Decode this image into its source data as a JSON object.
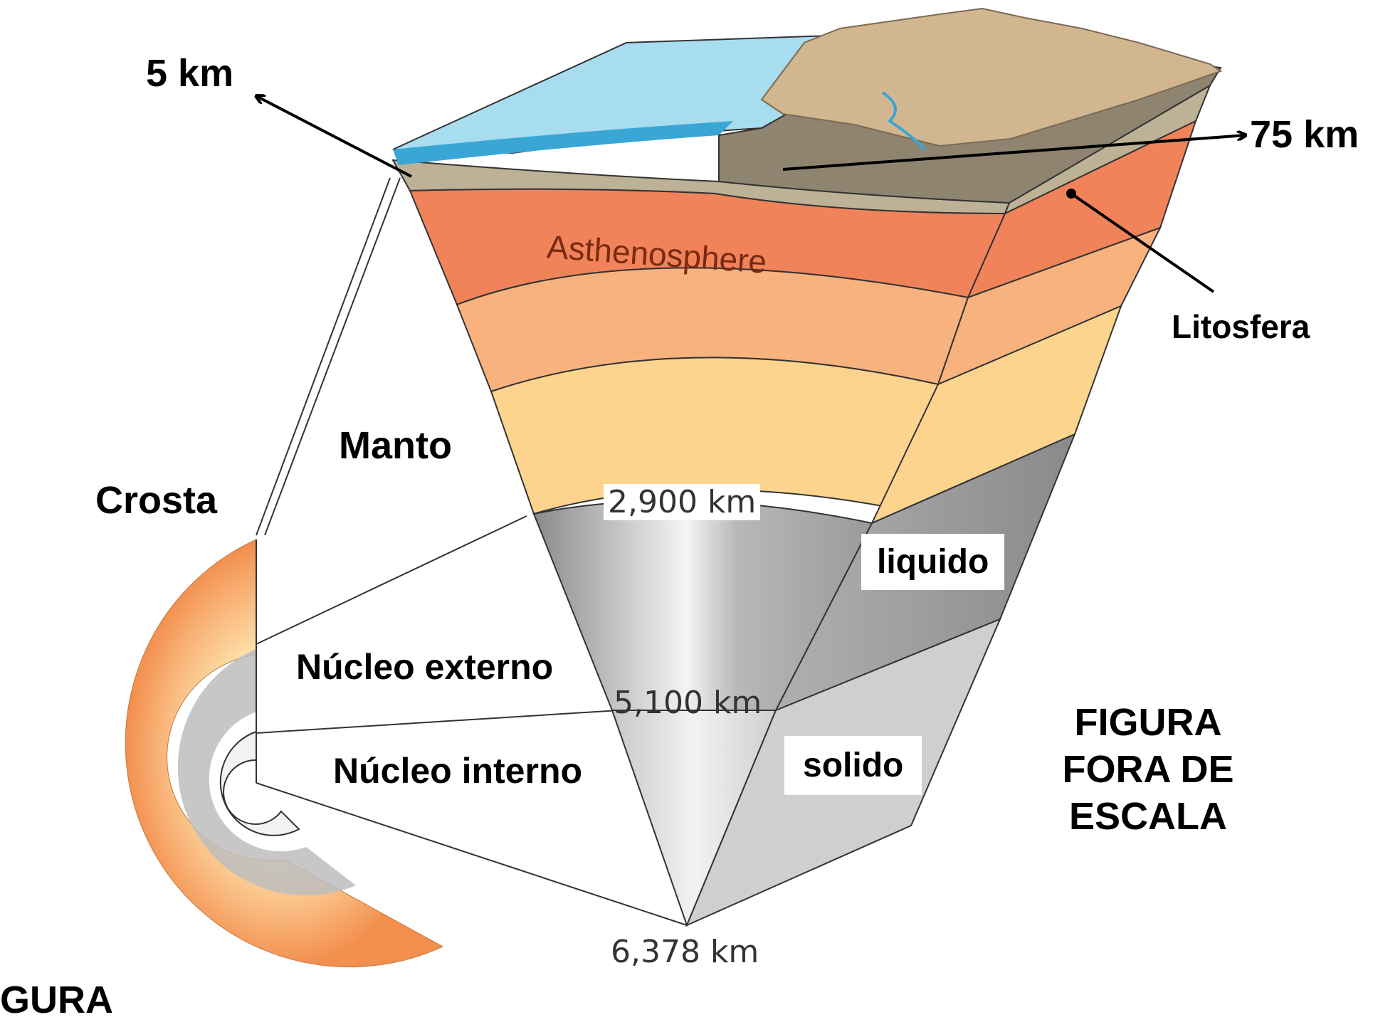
{
  "labels": {
    "five_km": "5 km",
    "seventy_five_km": "75 km",
    "asthenosphere": "Asthenosphere",
    "litosfera": "Litosfera",
    "manto": "Manto",
    "crosta": "Crosta",
    "liquido": "liquido",
    "nucleo_externo": "Núcleo externo",
    "nucleo_interno": "Núcleo interno",
    "solido": "solido",
    "depth_2900": "2,900 km",
    "depth_5100": "5,100 km",
    "depth_6378": "6,378 km"
  },
  "scale_note": {
    "line1": "FIGURA",
    "line2": "FORA DE",
    "line3": "ESCALA"
  },
  "cropped_label": "GURA",
  "colors": {
    "ocean": "#a8dcef",
    "ocean_deep": "#3aa6d6",
    "crust": "#bdb196",
    "continent": "#8f8470",
    "mountain": "#d2b690",
    "asthenosphere": "#f0835a",
    "upper_mantle": "#f8b27e",
    "lower_mantle": "#fcd48e",
    "outer_core": "#9b9b9b",
    "inner_core": "#d8d8d8"
  }
}
